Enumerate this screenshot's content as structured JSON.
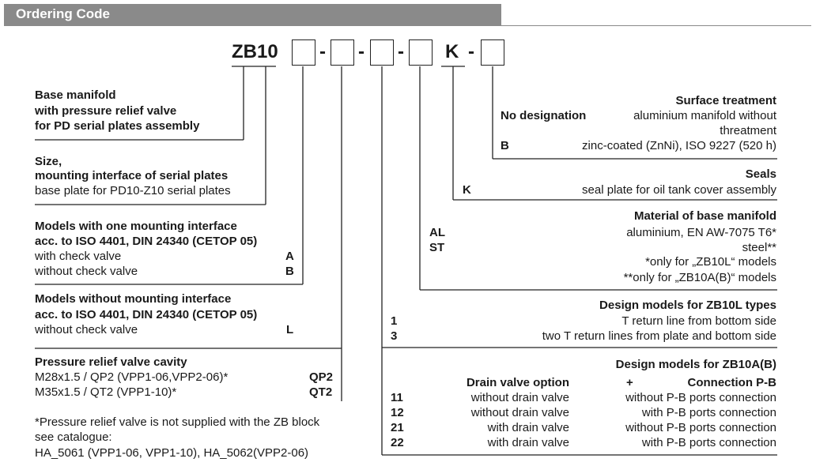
{
  "header": {
    "title": "Ordering Code"
  },
  "code": {
    "prefix": "ZB10",
    "fixed_k": "K",
    "separator": "-"
  },
  "left": {
    "base": {
      "lines": [
        "Base manifold",
        "with pressure relief valve",
        "for PD serial plates assembly"
      ]
    },
    "size": {
      "title1": "Size,",
      "title2": "mounting interface of serial plates",
      "desc": "base plate for PD10-Z10 serial plates"
    },
    "one_iface": {
      "title1": "Models with one mounting interface",
      "title2": "acc. to ISO 4401, DIN 24340 (CETOP 05)",
      "items": [
        {
          "label": "with check valve",
          "code": "A"
        },
        {
          "label": "without check valve",
          "code": "B"
        }
      ]
    },
    "no_iface": {
      "title1": "Models without mounting interface",
      "title2": "acc. to ISO 4401, DIN 24340 (CETOP 05)",
      "items": [
        {
          "label": "without check valve",
          "code": "L"
        }
      ]
    },
    "cavity": {
      "title": "Pressure relief valve cavity",
      "items": [
        {
          "label": "M28x1.5 / QP2 (VPP1-06,VPP2-06)*",
          "code": "QP2"
        },
        {
          "label": "M35x1.5 / QT2 (VPP1-10)*",
          "code": "QT2"
        }
      ]
    },
    "footnote": [
      "*Pressure relief valve is not supplied with the ZB block",
      "see catalogue:",
      "HA_5061 (VPP1-06, VPP1-10), HA_5062(VPP2-06)"
    ]
  },
  "right": {
    "surface": {
      "title": "Surface treatment",
      "nodes_label": "No designation",
      "nodes_desc1": "aluminium manifold without",
      "nodes_desc2": "threatment",
      "b_code": "B",
      "b_desc": "zinc-coated (ZnNi), ISO 9227 (520 h)"
    },
    "seals": {
      "title": "Seals",
      "code": "K",
      "desc": "seal plate for oil tank cover assembly"
    },
    "material": {
      "title": "Material of base manifold",
      "al_code": "AL",
      "al_desc": "aluminium, EN AW-7075 T6*",
      "st_code": "ST",
      "st_desc": "steel**",
      "note1": "*only for „ZB10L“ models",
      "note2": "**only for „ZB10A(B)“ models"
    },
    "l_types": {
      "title": "Design models for ZB10L types",
      "items": [
        {
          "code": "1",
          "desc": "T return line from bottom side"
        },
        {
          "code": "3",
          "desc": "two T return lines from plate and bottom side"
        }
      ]
    },
    "ab_types": {
      "title": "Design models for ZB10A(B)",
      "col1": "Drain valve option",
      "plus": "+",
      "col2": "Connection P-B",
      "rows": [
        {
          "code": "11",
          "drain": "without drain valve",
          "conn": "without P-B ports connection"
        },
        {
          "code": "12",
          "drain": "without drain valve",
          "conn": "with P-B ports connection"
        },
        {
          "code": "21",
          "drain": "with drain valve",
          "conn": "without P-B ports connection"
        },
        {
          "code": "22",
          "drain": "with drain valve",
          "conn": "with P-B ports connection"
        }
      ]
    }
  }
}
